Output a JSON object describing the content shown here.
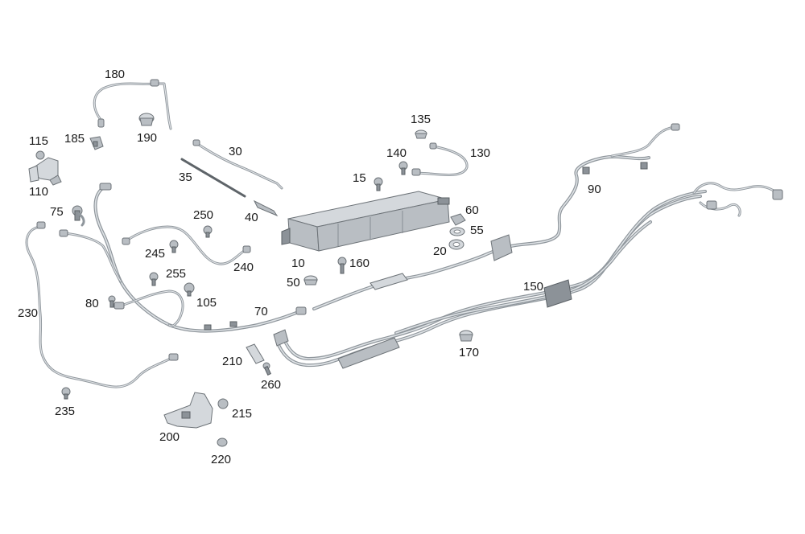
{
  "diagram": {
    "part_numbers": [
      "180",
      "190",
      "185",
      "115",
      "110",
      "75",
      "230",
      "235",
      "30",
      "35",
      "40",
      "250",
      "245",
      "240",
      "255",
      "105",
      "80",
      "70",
      "135",
      "140",
      "130",
      "15",
      "10",
      "160",
      "50",
      "60",
      "55",
      "20",
      "90",
      "150",
      "170",
      "210",
      "260",
      "200",
      "215",
      "220"
    ]
  }
}
